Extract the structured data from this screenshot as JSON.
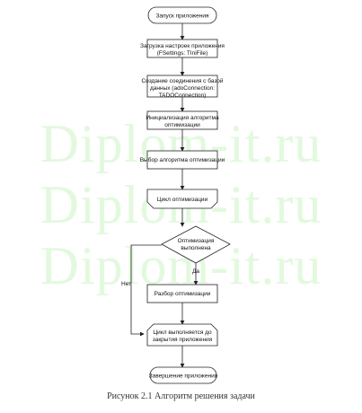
{
  "watermark": "Diplom-it.ru",
  "caption": "Рисунок 2.1 Алгоритм решения задачи",
  "nodes": {
    "start": [
      "Запуск приложения"
    ],
    "load_settings": [
      "Загрузка настроек приложения",
      "(FSettings: TIniFile)"
    ],
    "db_connect": [
      "Создание соединения с базой",
      "данных (adoConnection:",
      "TADOConnection)"
    ],
    "init_algorithm": [
      "Инициализация алгоритма",
      "оптимизации"
    ],
    "select_algorithm": [
      "Выбор алгоритма оптимизации"
    ],
    "loop_start": [
      "Цикл оптимизации"
    ],
    "decision": [
      "Оптимизация",
      "выполнена"
    ],
    "analysis": [
      "Разбор оптимизации"
    ],
    "loop_end": [
      "Цикл выполняется до",
      "закрытия приложения"
    ],
    "end": [
      "Завершение приложения"
    ]
  },
  "edge_labels": {
    "yes": "Да",
    "no": "Нет"
  }
}
